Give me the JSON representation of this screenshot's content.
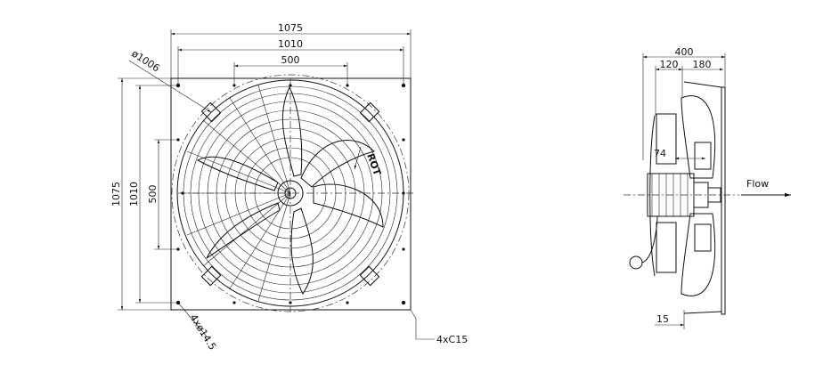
{
  "front_view": {
    "dim_overall_width": "1075",
    "dim_hole_pitch_width": "1010",
    "dim_center_width": "500",
    "dim_overall_height": "1075",
    "dim_hole_pitch_height": "1010",
    "dim_center_height": "500",
    "dim_diameter": "ø1006",
    "mounting_holes": "4xø14.5",
    "corner_chamfer": "4xC15",
    "rotation_label": "ROT"
  },
  "side_view": {
    "dim_depth": "400",
    "dim_left_part": "120",
    "dim_right_part": "180",
    "dim_offset": "74",
    "dim_plate": "15",
    "flow_label": "Flow"
  },
  "colors": {
    "line": "#111111",
    "background": "#ffffff"
  }
}
